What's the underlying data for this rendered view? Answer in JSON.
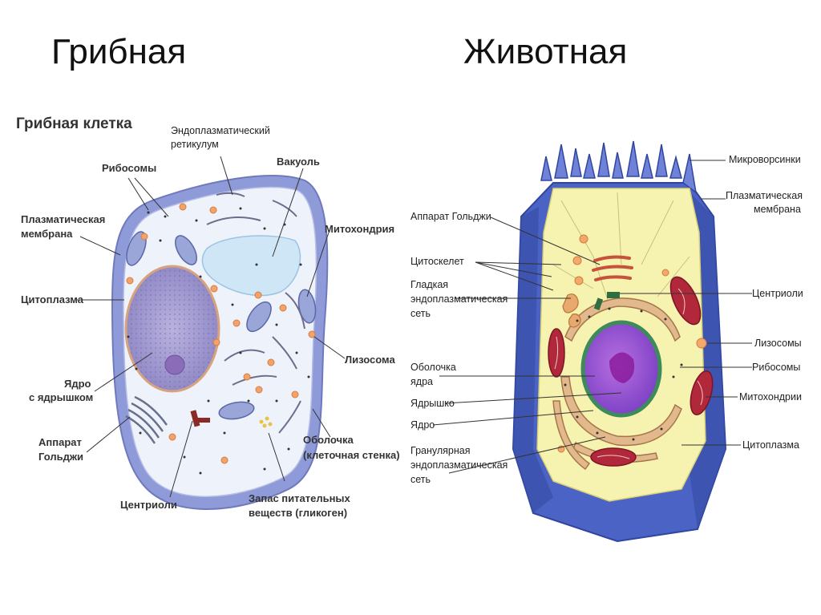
{
  "titles": {
    "left": "Грибная",
    "right": "Животная"
  },
  "fungal": {
    "heading": "Грибная клетка",
    "labels": {
      "er_1": "Эндоплазматический",
      "er_2": "ретикулум",
      "ribosomes": "Рибосомы",
      "vacuole": "Вакуоль",
      "membrane_1": "Плазматическая",
      "membrane_2": "мембрана",
      "mitochondria": "Митохондрия",
      "cytoplasm": "Цитоплазма",
      "lysosome": "Лизосома",
      "nucleus_1": "Ядро",
      "nucleus_2": "с ядрышком",
      "golgi_1": "Аппарат",
      "golgi_2": "Гольджи",
      "wall_1": "Оболочка",
      "wall_2": "(клеточная стенка)",
      "centrioles": "Центриоли",
      "glycogen_1": "Запас питательных",
      "glycogen_2": "веществ (гликоген)"
    }
  },
  "animal": {
    "labels": {
      "microvilli": "Микроворсинки",
      "membrane_1": "Плазматическая",
      "membrane_2": "мембрана",
      "golgi": "Аппарат Гольджи",
      "cytoskeleton": "Цитоскелет",
      "smooth_er_1": "Гладкая",
      "smooth_er_2": "эндоплазматическая",
      "smooth_er_3": "сеть",
      "centrioles": "Центриоли",
      "lysosomes": "Лизосомы",
      "envelope_1": "Оболочка",
      "envelope_2": "ядра",
      "ribosomes": "Рибосомы",
      "nucleolus": "Ядрышко",
      "mitochondria": "Митохондрии",
      "nucleus": "Ядро",
      "rough_er_1": "Гранулярная",
      "rough_er_2": "эндоплазматическая",
      "rough_er_3": "сеть",
      "cytoplasm": "Цитоплазма"
    }
  }
}
